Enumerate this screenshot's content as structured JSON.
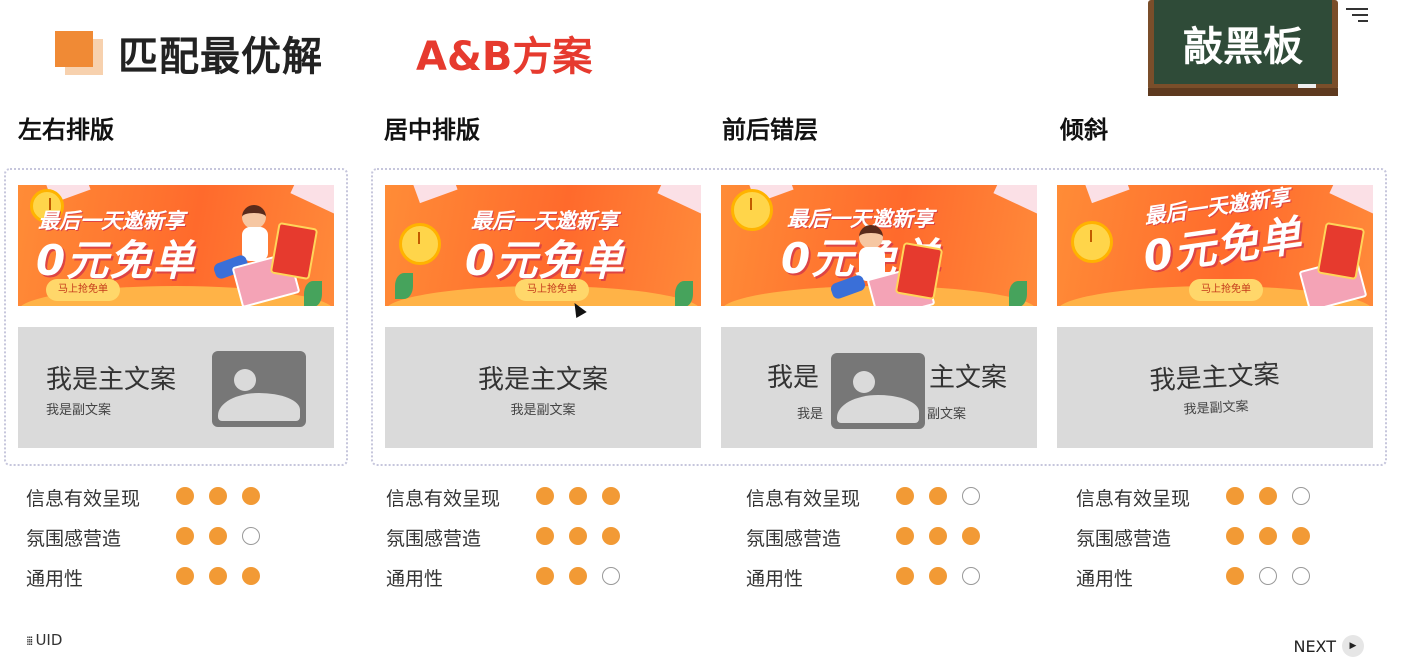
{
  "header": {
    "title": "匹配最优解",
    "subtitle": "A&B方案",
    "board_label": "敲黑板"
  },
  "banner": {
    "line1": "最后一天邀新享",
    "line2": "0元免单",
    "cta": "马上抢免单"
  },
  "layouts": [
    {
      "heading": "左右排版",
      "main_text": "我是主文案",
      "sub_text": "我是副文案",
      "main_left": "",
      "main_right": "",
      "sub_left": "",
      "sub_right": ""
    },
    {
      "heading": "居中排版",
      "main_text": "我是主文案",
      "sub_text": "我是副文案",
      "main_left": "",
      "main_right": "",
      "sub_left": "",
      "sub_right": ""
    },
    {
      "heading": "前后错层",
      "main_text": "",
      "sub_text": "",
      "main_left": "我是",
      "main_right": "主文案",
      "sub_left": "我是",
      "sub_right": "副文案"
    },
    {
      "heading": "倾斜",
      "main_text": "我是主文案",
      "sub_text": "我是副文案",
      "main_left": "",
      "main_right": "",
      "sub_left": "",
      "sub_right": ""
    }
  ],
  "rating_labels": [
    "信息有效呈现",
    "氛围感营造",
    "通用性"
  ],
  "ratings": [
    [
      3,
      2,
      3
    ],
    [
      3,
      3,
      2
    ],
    [
      2,
      3,
      2
    ],
    [
      2,
      3,
      1
    ]
  ],
  "rating_max": 3,
  "colors": {
    "accent": "#f29a35",
    "title_red": "#e63a2e",
    "card_bg": "#dadada"
  },
  "footer": {
    "brand": "UID",
    "next_label": "NEXT"
  }
}
